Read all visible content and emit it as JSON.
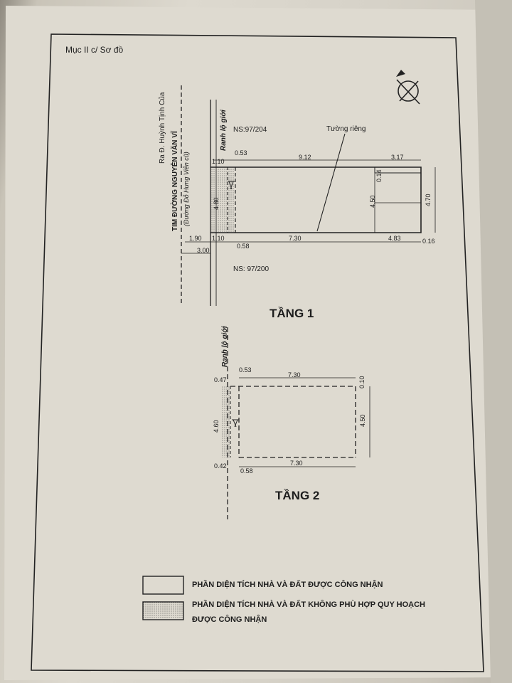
{
  "header": {
    "section": "Mục II c/ Sơ đồ"
  },
  "street": {
    "direction": "Ra Đ. Huỳnh Tịnh Của",
    "centerline": "TIM ĐƯỜNG NGUYỄN VĂN VĨ",
    "old_name": "(Đường Đỗ Hưng Viễn cũ)",
    "boundary": "Ranh lộ giới"
  },
  "floor1": {
    "title": "TẦNG 1",
    "neighbor_top": "NS:97/204",
    "neighbor_bottom": "NS: 97/200",
    "private_wall": "Tường riêng",
    "dims": {
      "top_offset": "0.53",
      "top_length": "9.12",
      "top_right": "3.17",
      "top_left_width": "1.10",
      "height_left": "4.80",
      "notch": "0.14",
      "inner_height": "4.50",
      "right_height": "4.70",
      "bottom_left_a": "1.90",
      "bottom_left_b": "1.10",
      "bottom_offset": "0.58",
      "bottom_length": "7.30",
      "bottom_right": "4.83",
      "right_offset": "0.16",
      "to_centerline": "3.00"
    }
  },
  "floor2": {
    "title": "TẦNG 2",
    "dims": {
      "top_offset": "0.53",
      "top_length": "7.30",
      "notch": "0.10",
      "left_top": "0.47",
      "height_left": "4.60",
      "right_height": "4.50",
      "left_bottom": "0.42",
      "bottom_offset": "0.58",
      "bottom_length": "7.30"
    }
  },
  "legend": {
    "recognized": "PHẦN DIỆN TÍCH NHÀ VÀ ĐẤT ĐƯỢC CÔNG NHẬN",
    "nonconforming_line1": "PHẦN DIỆN TÍCH NHÀ VÀ ĐẤT KHÔNG PHÙ HỢP QUY HOẠCH",
    "nonconforming_line2": "ĐƯỢC CÔNG NHẬN"
  },
  "colors": {
    "ink": "#1d1d1d",
    "paper": "#dcd8ce"
  }
}
